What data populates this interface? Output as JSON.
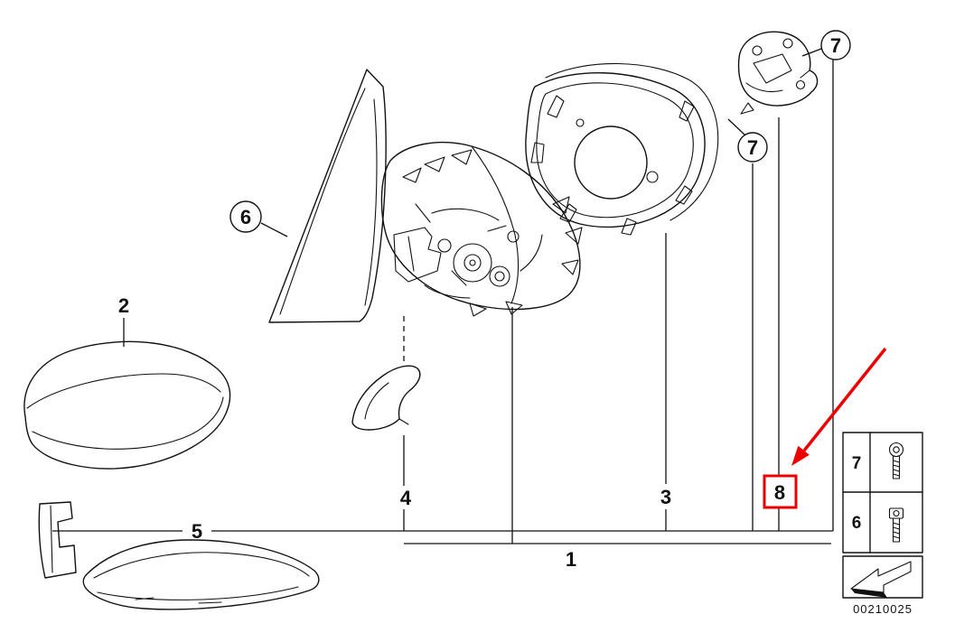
{
  "diagram": {
    "type": "exploded-parts-diagram",
    "subject": "side mirror assembly",
    "callouts": {
      "part1": "1",
      "part2": "2",
      "part3": "3",
      "part4": "4",
      "part5": "5",
      "part6": "6",
      "part7_upper": "7",
      "part7_lower": "7",
      "part8": "8"
    },
    "legend": {
      "screw_label": "7",
      "bolt_label": "6"
    },
    "doc_number": "00210025",
    "highlight": {
      "target_callout": "8",
      "color": "#ee0000"
    },
    "colors": {
      "line": "#111111",
      "background": "#ffffff",
      "highlight": "#ee0000"
    }
  }
}
